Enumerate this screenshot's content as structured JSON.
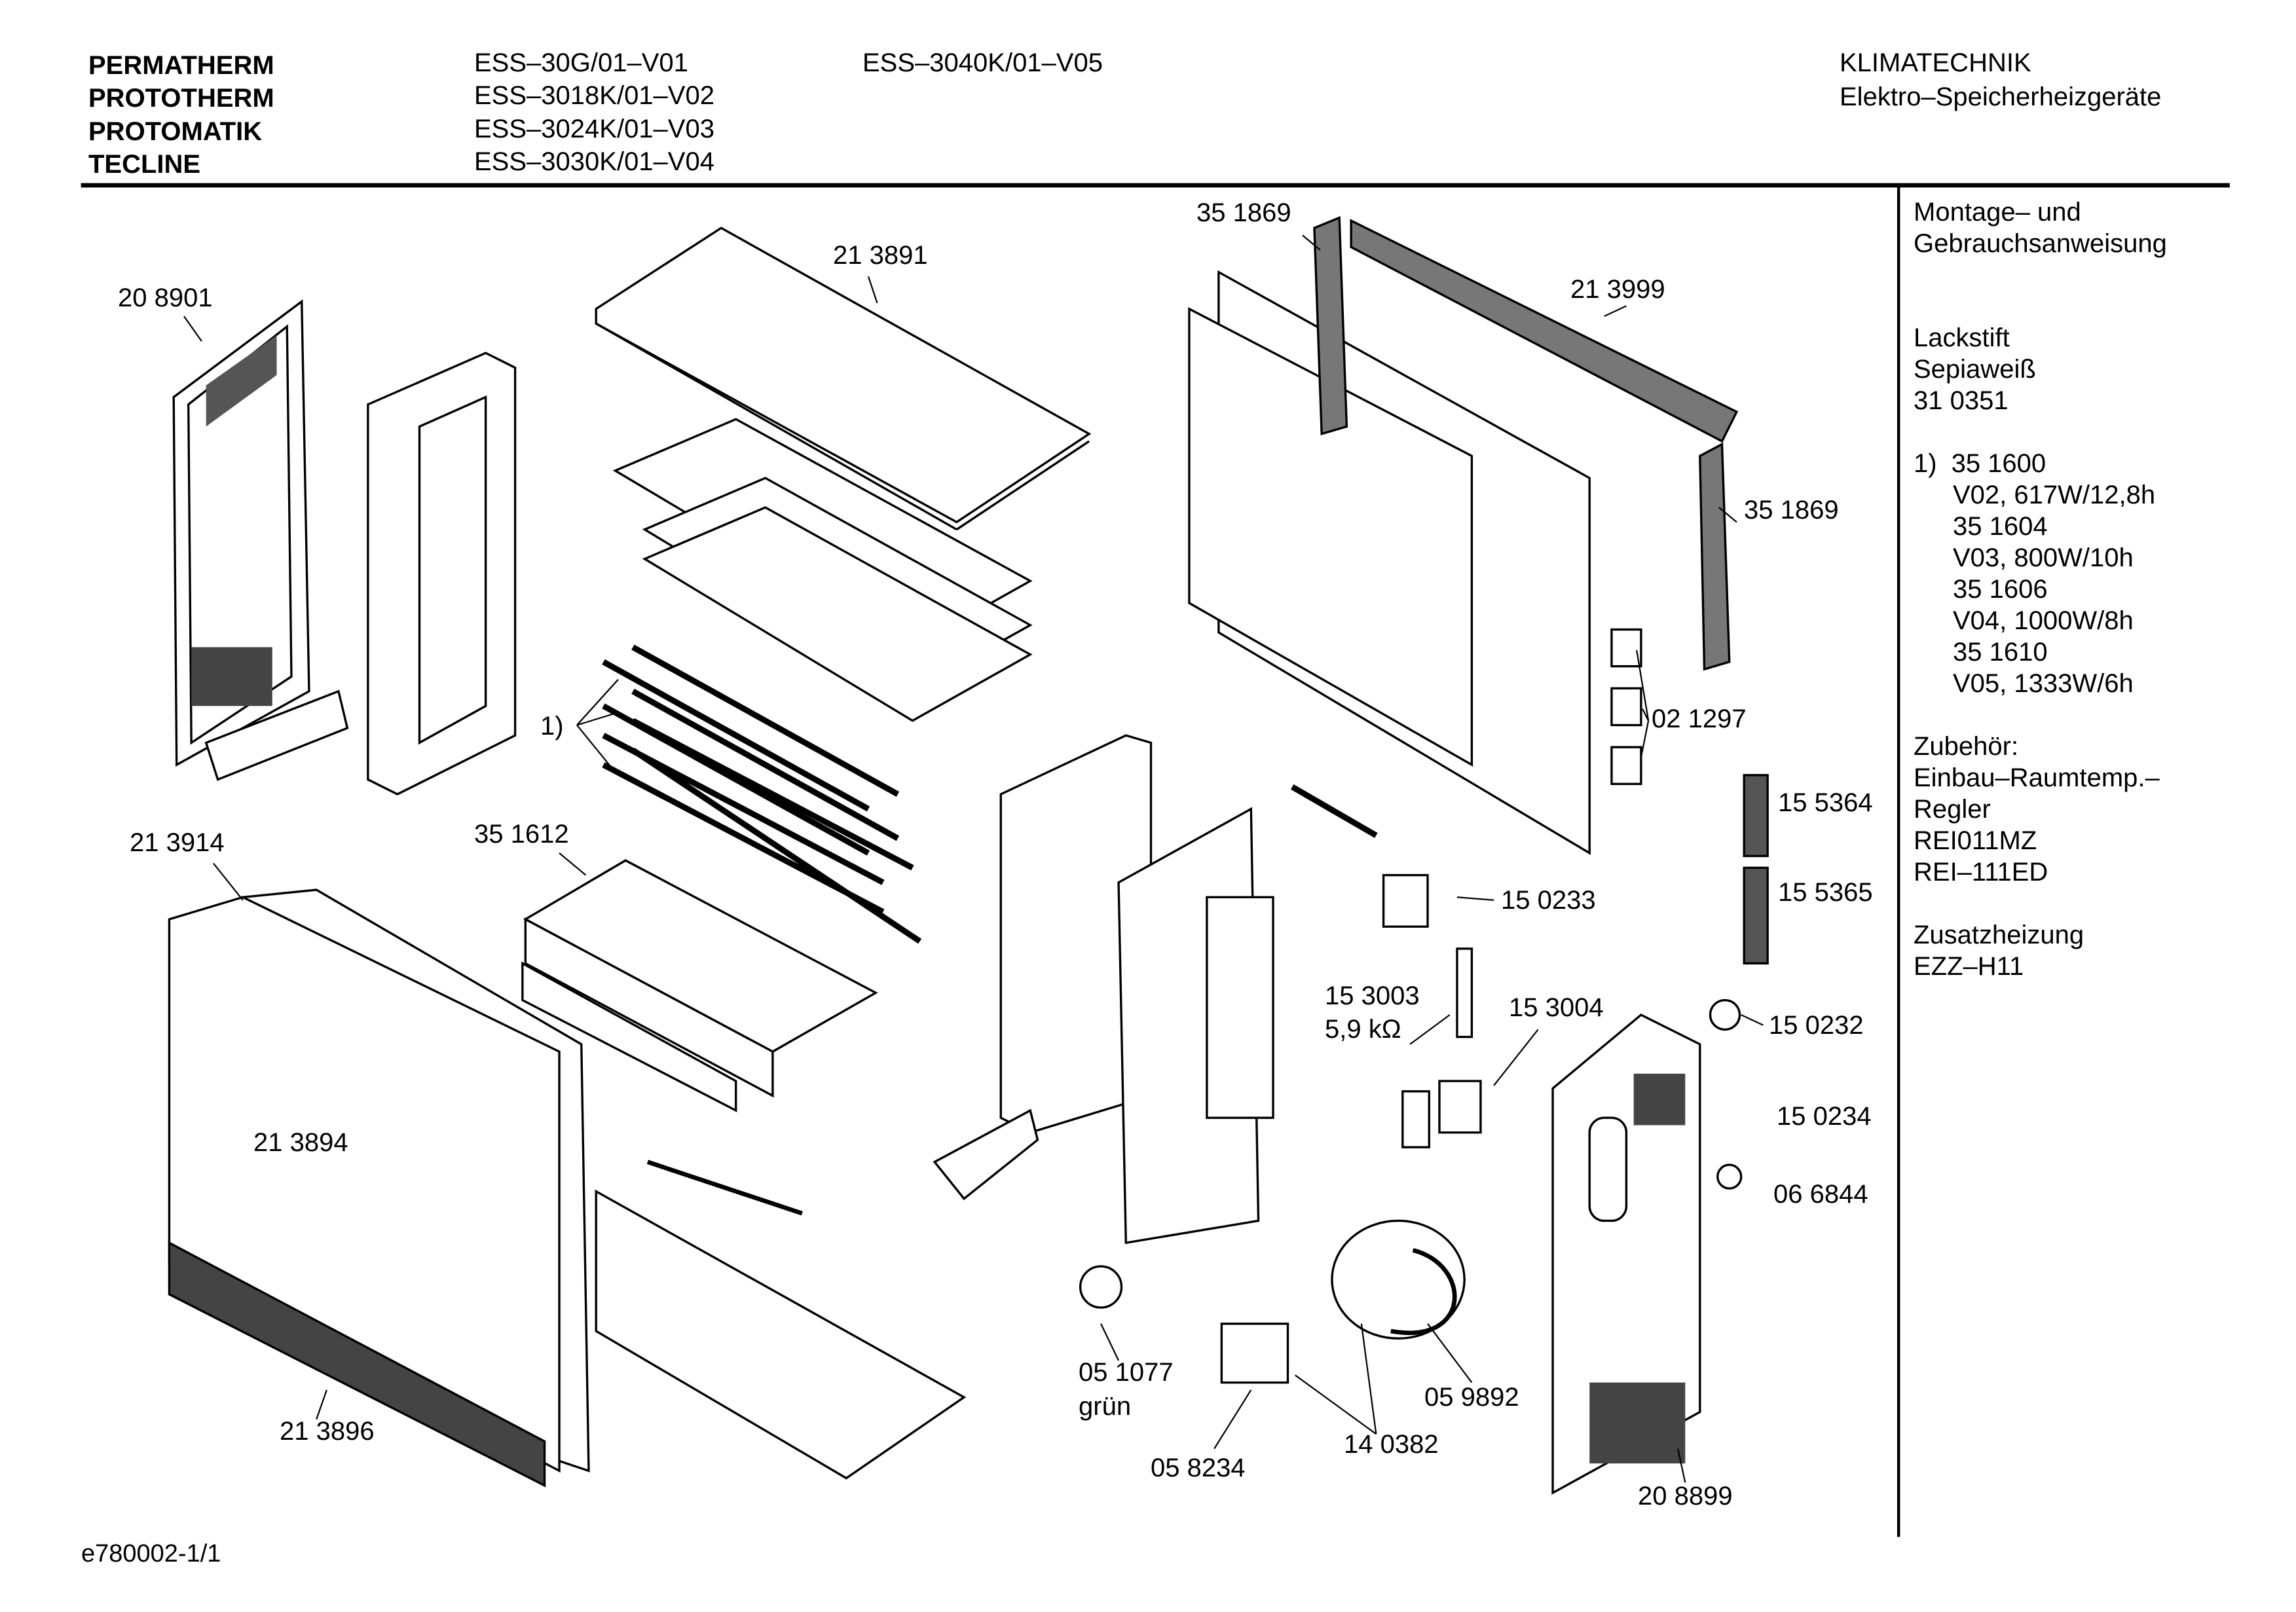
{
  "header": {
    "brands": [
      "PERMATHERM",
      "PROTOTHERM",
      "PROTOMATIK",
      "TECLINE"
    ],
    "models_col1": [
      "ESS–30G/01–V01",
      "ESS–3018K/01–V02",
      "ESS–3024K/01–V03",
      "ESS–3030K/01–V04"
    ],
    "models_col2": [
      "ESS–3040K/01–V05"
    ],
    "category": "KLIMATECHNIK",
    "subcategory": "Elektro–Speicherheizgeräte"
  },
  "notes": {
    "manual": [
      "Montage– und",
      "Gebrauchsanweisung"
    ],
    "paint": [
      "Lackstift",
      "Sepiaweiß",
      "31 0351"
    ],
    "heater_prefix": "1)",
    "heaters": [
      "35 1600",
      "V02, 617W/12,8h",
      "35 1604",
      "V03, 800W/10h",
      "35 1606",
      "V04, 1000W/8h",
      "35 1610",
      "V05, 1333W/6h"
    ],
    "accessories": [
      "Zubehör:",
      "Einbau–Raumtemp.–",
      "Regler",
      "REI011MZ",
      "REI–111ED"
    ],
    "extra_heating": [
      "Zusatzheizung",
      "EZZ–H11"
    ]
  },
  "parts": {
    "p351869a": "35 1869",
    "p213891": "21 3891",
    "p213999": "21 3999",
    "p208901": "20 8901",
    "p351869b": "35 1869",
    "ref1": "1)",
    "p021297": "02 1297",
    "p155364": "15 5364",
    "p213914": "21 3914",
    "p351612": "35 1612",
    "p155365": "15 5365",
    "p150233": "15 0233",
    "p153003": "15 3003",
    "p153003_note": "5,9 kΩ",
    "p153004": "15 3004",
    "p150232": "15 0232",
    "p150234": "15 0234",
    "p213894": "21 3894",
    "p066844": "06 6844",
    "p051077": "05 1077",
    "p051077_note": "grün",
    "p059892": "05 9892",
    "p213896": "21 3896",
    "p140382": "14 0382",
    "p058234": "05 8234",
    "p208899": "20 8899"
  },
  "footer": {
    "drawing_id": "e780002-1/1"
  }
}
